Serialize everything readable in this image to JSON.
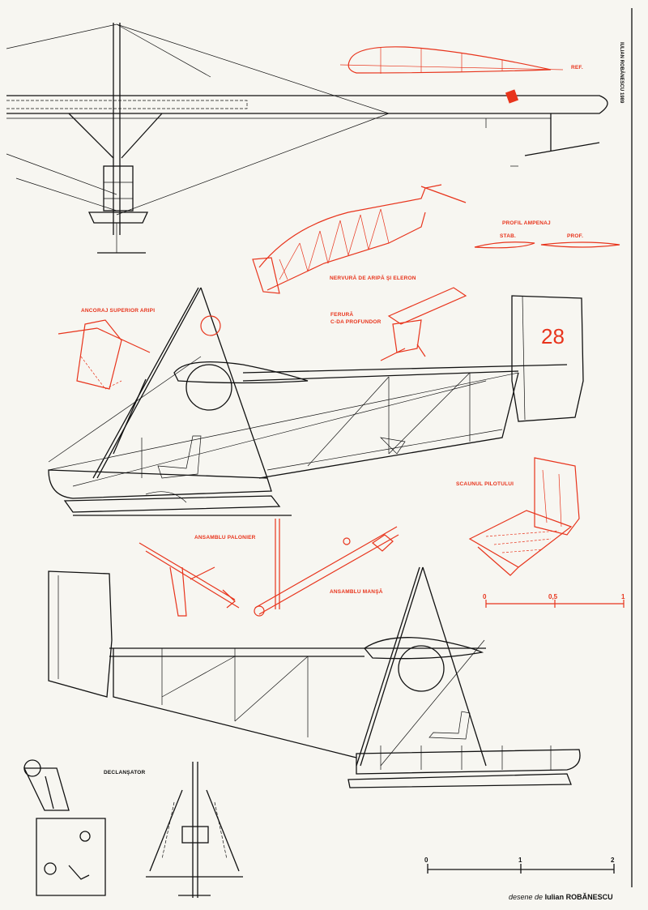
{
  "header": {
    "vertical_credit": "IULIAN ROBĂNESCU 1989"
  },
  "labels": {
    "ref": "REF.",
    "profil_ampenaj": "PROFIL AMPENAJ",
    "stab": "STAB.",
    "prof": "PROF.",
    "nervura": "NERVURĂ DE ARIPĂ ŞI ELERON",
    "ancoraj": "ANCORAJ SUPERIOR ARIPI",
    "ferura_line1": "FERURĂ",
    "ferura_line2": "C-DA PROFUNDOR",
    "scaunul": "SCAUNUL PILOTULUI",
    "ansamblu_palonier": "ANSAMBLU PALONIER",
    "ansamblu_mansa": "ANSAMBLU MANŞĂ",
    "declansator": "DECLANŞATOR",
    "tail_number": "28"
  },
  "scale_red": {
    "ticks": [
      "0",
      "0,5",
      "1"
    ]
  },
  "scale_black": {
    "ticks": [
      "0",
      "1",
      "2"
    ]
  },
  "footer": {
    "credit_prefix": "desene de",
    "credit_name": "Iulian ROBĂNESCU"
  },
  "colors": {
    "accent_red": "#e8341c",
    "ink": "#111111",
    "paper": "#f7f6f1"
  }
}
